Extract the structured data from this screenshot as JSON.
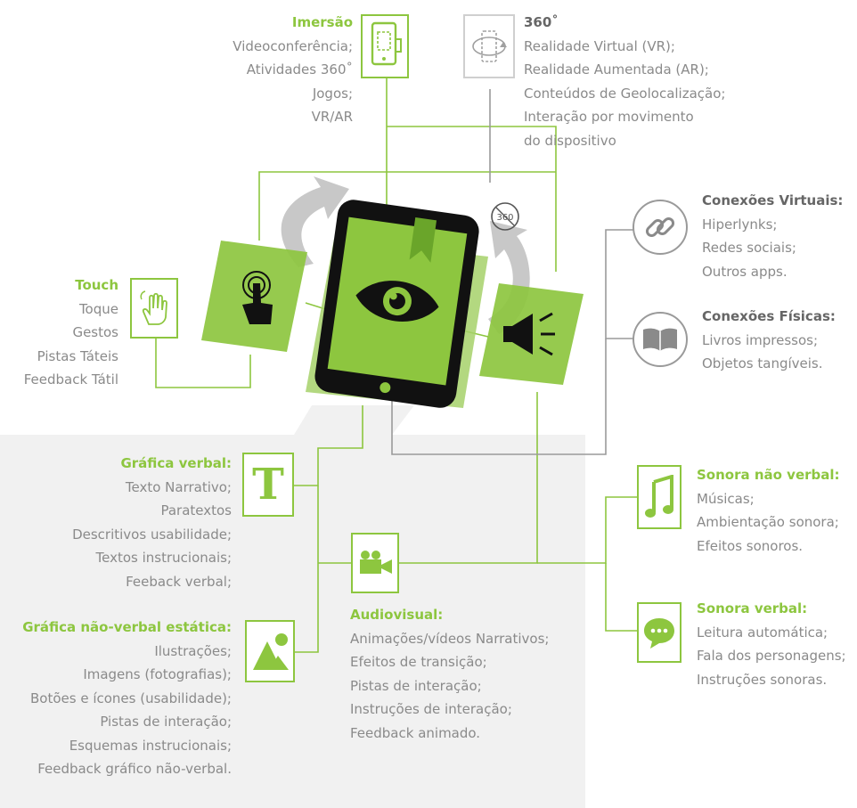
{
  "colors": {
    "accent": "#8dc63f",
    "text": "#8a8a8a",
    "dark": "#666666",
    "panel": "#f1f1f1",
    "device": "#111111"
  },
  "immersion": {
    "title": "Imersão",
    "items": [
      "Videoconferência;",
      "Atividades 360˚",
      "Jogos;",
      "VR/AR"
    ]
  },
  "three60": {
    "title": "360˚",
    "items": [
      "Realidade Virtual (VR);",
      "Realidade Aumentada (AR);",
      "Conteúdos de Geolocalização;",
      "Interação por movimento",
      "do dispositivo"
    ]
  },
  "virtual": {
    "title": "Conexões Virtuais:",
    "items": [
      "Hiperlynks;",
      "Redes sociais;",
      "Outros apps."
    ]
  },
  "physical": {
    "title": "Conexões Físicas:",
    "items": [
      "Livros impressos;",
      "Objetos tangíveis."
    ]
  },
  "touch": {
    "title": "Touch",
    "items": [
      "Toque",
      "Gestos",
      "Pistas Táteis",
      "Feedback Tátil"
    ]
  },
  "graphic_verbal": {
    "title": "Gráfica verbal:",
    "items": [
      "Texto Narrativo;",
      "Paratextos",
      "Descritivos usabilidade;",
      "Textos instrucionais;",
      "Feeback verbal;"
    ]
  },
  "graphic_nonverbal": {
    "title": "Gráfica não-verbal estática:",
    "items": [
      "Ilustrações;",
      "Imagens (fotografias);",
      "Botões e ícones (usabilidade);",
      "Pistas de interação;",
      "Esquemas instrucionais;",
      "Feedback gráfico não-verbal."
    ]
  },
  "audiovisual": {
    "title": "Audiovisual:",
    "items": [
      "Animações/vídeos Narrativos;",
      "Efeitos de transição;",
      "Pistas de interação;",
      "Instruções de interação;",
      "Feedback animado."
    ]
  },
  "sound_nonverbal": {
    "title": "Sonora não verbal:",
    "items": [
      "Músicas;",
      "Ambientação sonora;",
      "Efeitos sonoros."
    ]
  },
  "sound_verbal": {
    "title": "Sonora verbal:",
    "items": [
      "Leitura automática;",
      "Fala dos personagens;",
      "Instruções sonoras."
    ]
  },
  "icons": {
    "immersion": "phone-rotate-icon",
    "three60": "360-rotate-icon",
    "virtual": "chain-link-icon",
    "physical": "open-book-icon",
    "touch": "hand-gesture-icon",
    "text": "letter-t-icon",
    "image": "landscape-icon",
    "video": "video-camera-icon",
    "music": "music-note-icon",
    "chat": "speech-bubble-icon",
    "eye": "eye-icon",
    "tap": "finger-tap-icon",
    "speaker": "megaphone-icon",
    "badge": "360-badge-icon"
  },
  "t_glyph": "T",
  "badge_text": "360"
}
